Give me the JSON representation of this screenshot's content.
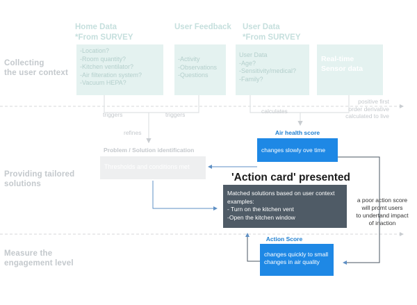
{
  "stages": {
    "collecting": "Collecting\nthe user context",
    "providing": "Providing tailored\nsolutions",
    "measure": "Measure the\nengagement level"
  },
  "columns": {
    "home_data": "Home Data\n*From SURVEY",
    "user_feedback": "User Feedback",
    "user_data": "User Data\n*From SURVEY"
  },
  "boxes": {
    "home_data_items": "-Location?\n-Room quantity?\n-Kitchen ventilator?\n-Air filteration system?\n-Vacuum HEPA?",
    "feedback_items": "-Activity\n-Observations\n-Questions",
    "user_data_items": "User Data\n-Age?\n-Sensitivity/medical?\n-Family?",
    "sensor": "Real-time\nSensor data"
  },
  "labels": {
    "triggers_1": "triggers",
    "triggers_2": "triggers",
    "calculates": "calculates",
    "refines": "refines",
    "derivative": "positive first\norder derivative\ncalculated to live",
    "problem_solution": "Problem / Solution identification",
    "thresholds": "Thresholds and conditions met"
  },
  "air_health": {
    "title": "Air health score",
    "body": "changes slowly ove time"
  },
  "action_card": {
    "title": "'Action card' presented",
    "line1": "Matched solutions based on user context\nexamples:",
    "line2": "- Turn on the kitchen vent",
    "line3": "-Open the kitchen window"
  },
  "action_score": {
    "title": "Action Score",
    "body": "changes quickly to small\nchanges in air quality"
  },
  "note": "a poor action score\nwill promt users\nto undertand impact\nof inaction",
  "colors": {
    "green_box": "#e4f2f0",
    "blue": "#1e88e5",
    "dark": "#4f5b66",
    "grey_box": "#eeeff0"
  }
}
